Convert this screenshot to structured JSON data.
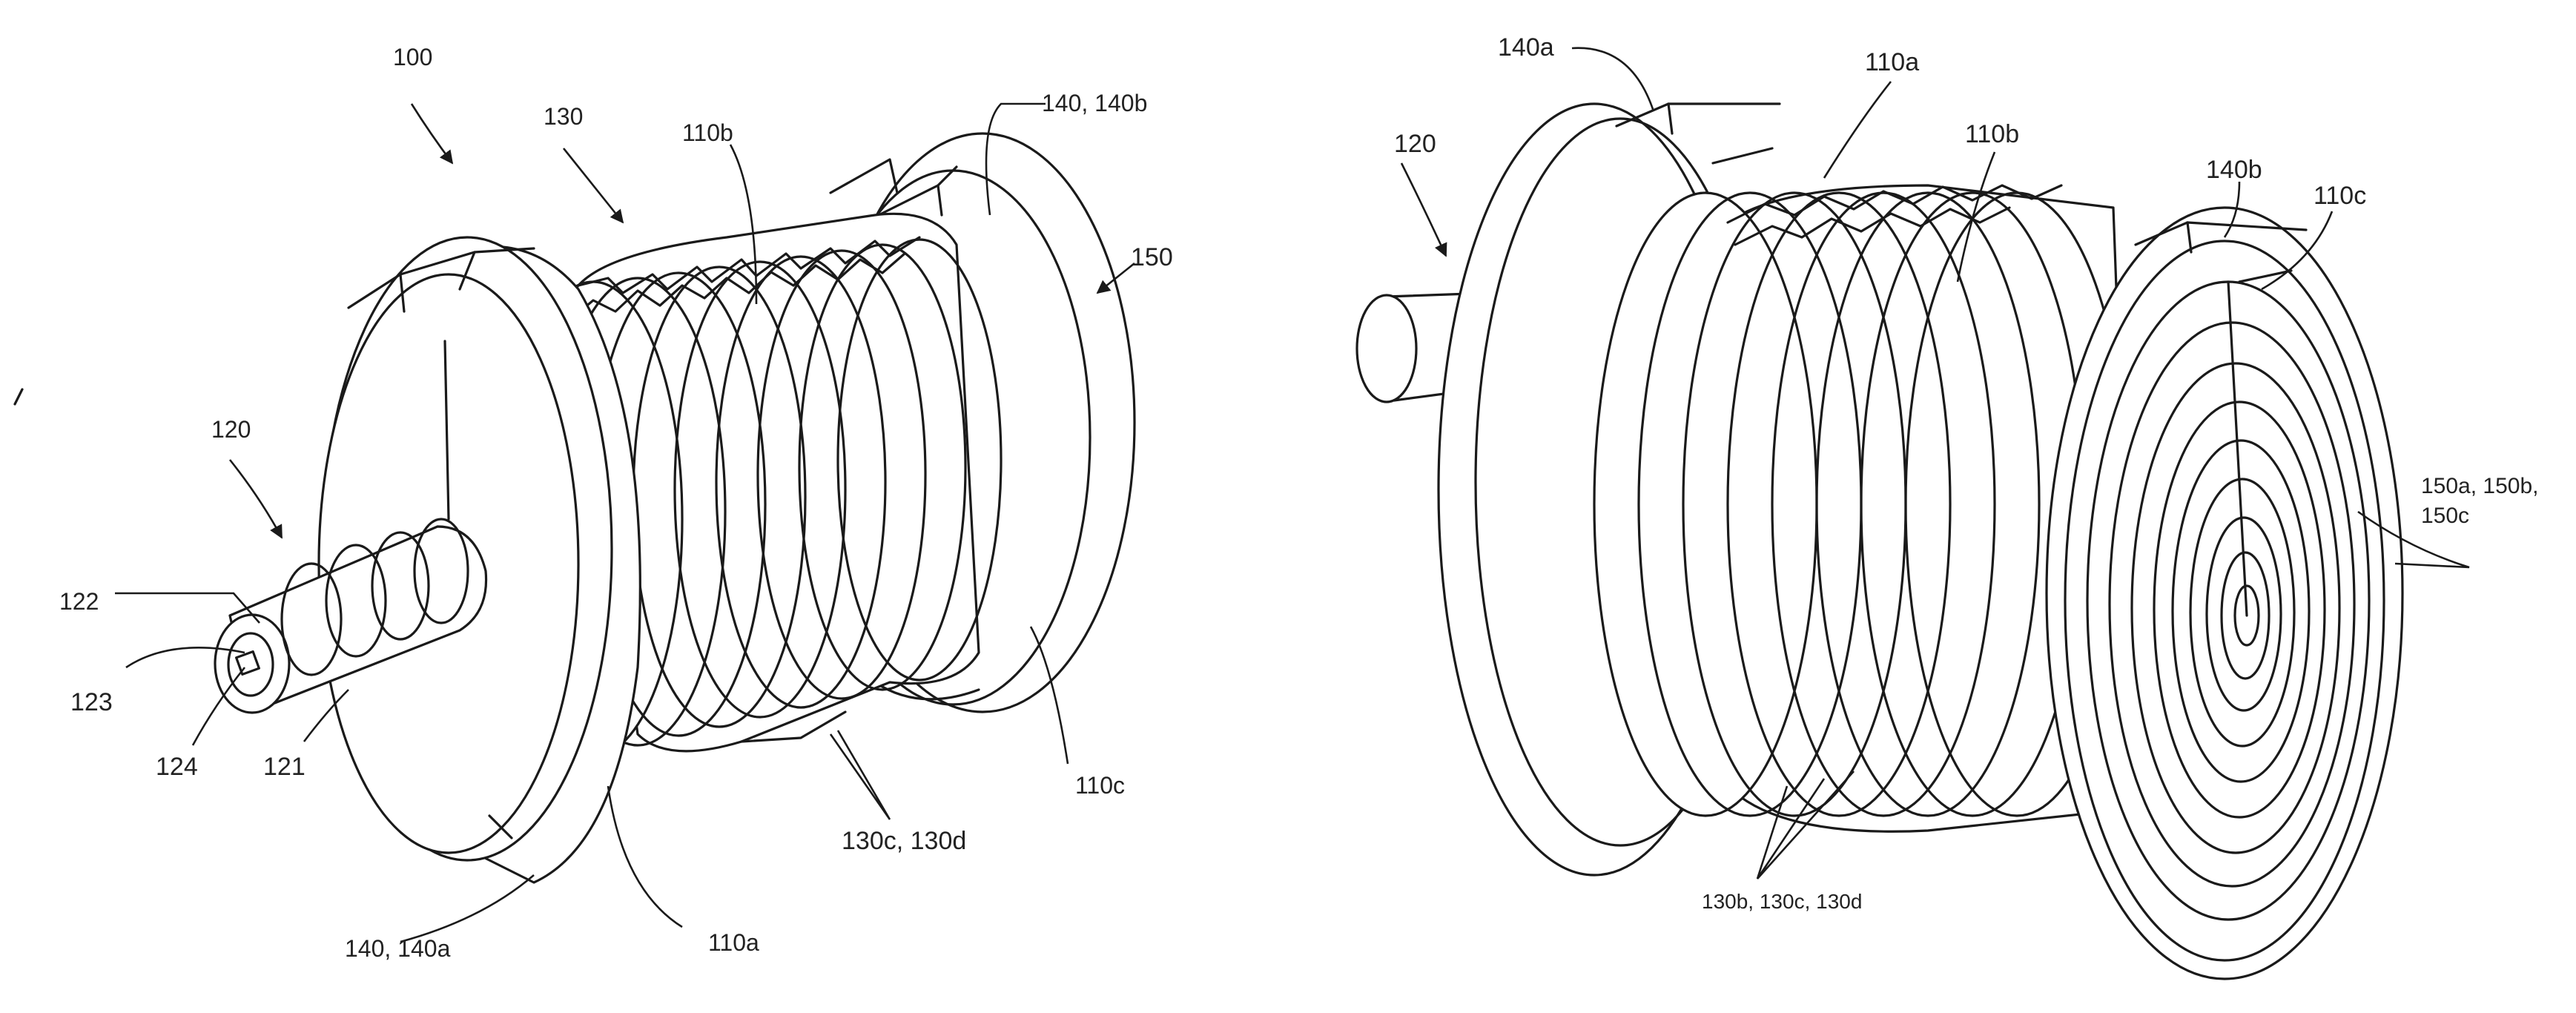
{
  "labels": {
    "l100": "100",
    "l130": "130",
    "l110b_left": "110b",
    "l140_140b": "140, 140b",
    "l150": "150",
    "l120_left": "120",
    "l122": "122",
    "l123": "123",
    "l124": "124",
    "l121": "121",
    "l110c_left": "110c",
    "l130c_130d": "130c, 130d",
    "l140_140a": "140, 140a",
    "l110a_left": "110a",
    "l140a": "140a",
    "l110a_right": "110a",
    "l120_right": "120",
    "l110b_right": "110b",
    "l140b": "140b",
    "l110c_right": "110c",
    "l150abc_1": "150a, 150b,",
    "l150abc_2": "150c",
    "l130bcd": "130b, 130c, 130d"
  }
}
